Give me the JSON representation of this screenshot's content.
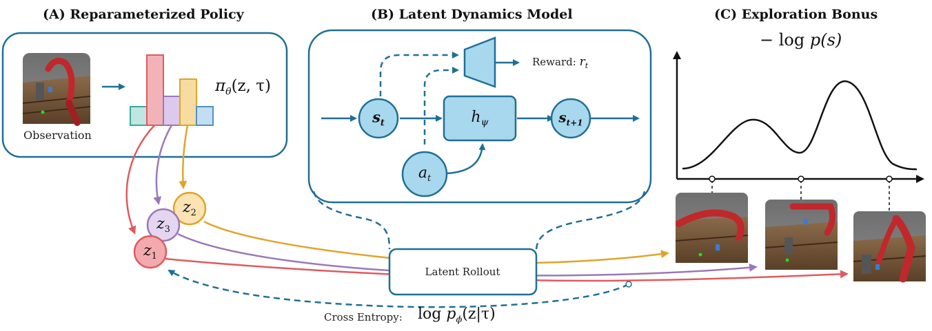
{
  "panels": {
    "a_title": "(A) Reparameterized Policy",
    "b_title": "(B) Latent Dynamics Model",
    "c_title": "(C) Exploration Bonus"
  },
  "policy": {
    "observation_label": "Observation",
    "pi_label": "π",
    "pi_sub": "θ",
    "pi_args": "(z, τ)",
    "z_nodes": [
      {
        "name": "z",
        "sub": "1"
      },
      {
        "name": "z",
        "sub": "2"
      },
      {
        "name": "z",
        "sub": "3"
      }
    ]
  },
  "dynamics": {
    "state_name": "s",
    "state_sub": "t",
    "next_state_sub": "t+1",
    "action_name": "a",
    "action_sub": "t",
    "h_name": "h",
    "h_sub": "ψ",
    "reward_label": "Reward: ",
    "reward_name": "r",
    "reward_sub": "t"
  },
  "rollout": {
    "label": "Latent Rollout",
    "cross_entropy_label": "Cross Entropy:",
    "ce_log": "log",
    "ce_p": "p",
    "ce_sub": "ϕ",
    "ce_args": "(z|τ)"
  },
  "bonus": {
    "formula_neg_log": "− log",
    "formula_rest": "p(s)"
  },
  "colors": {
    "frame_blue": "#1f6f94",
    "node_fill": "#a8d8ee",
    "z1": "#e05a5f",
    "z2": "#e0a42a",
    "z3": "#9a78b8",
    "bar_teal": "#4db7ad",
    "bar_red": "#e37d86",
    "bar_purple": "#b08fcf",
    "bar_yellow": "#e8b445",
    "bar_blue": "#7fb7db"
  },
  "icons": [
    "robot-observation-image",
    "robot-state-image-1",
    "robot-state-image-2",
    "robot-state-image-3"
  ]
}
